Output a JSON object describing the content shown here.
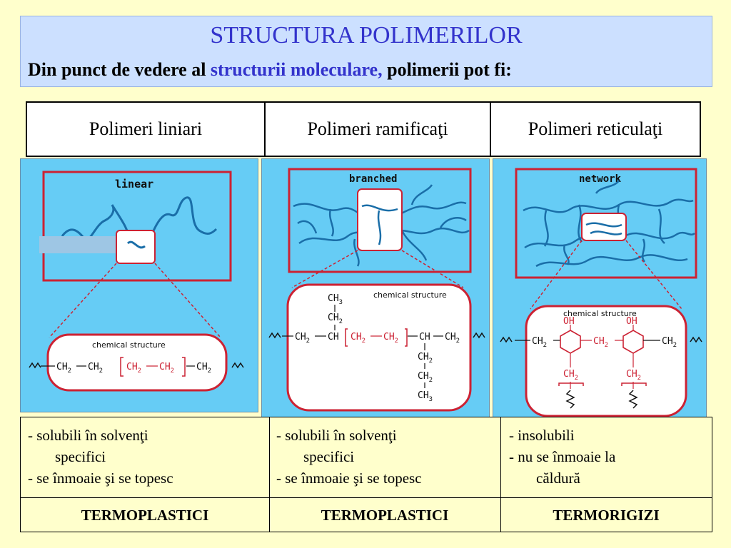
{
  "slide": {
    "title": "STRUCTURA POLIMERILOR",
    "subtitle_pre": "Din punct de vedere al ",
    "subtitle_highlight": "structurii moleculare,",
    "subtitle_post": " polimerii pot fi:"
  },
  "columns": [
    {
      "header": "Polimeri liniari",
      "diagram_label": "linear",
      "props": [
        "- solubili în solvenţi",
        "specifici",
        "- se înmoaie şi se topesc"
      ],
      "class_label": "TERMOPLASTICI"
    },
    {
      "header": "Polimeri ramificaţi",
      "diagram_label": "branched",
      "props": [
        "- solubili în solvenţi",
        "specifici",
        "- se înmoaie şi se topesc"
      ],
      "class_label": "TERMOPLASTICI"
    },
    {
      "header": "Polimeri reticulaţi",
      "diagram_label": "network",
      "props": [
        "- insolubili",
        "- nu se înmoaie la",
        "căldură"
      ],
      "class_label": "TERMORIGIZI"
    }
  ],
  "chem": {
    "box_title": "chemical structure",
    "ch2": "CH",
    "ch3": "CH",
    "ch": "CH",
    "oh": "OH",
    "sub2": "2",
    "sub3": "3"
  },
  "colors": {
    "background": "#ffffcc",
    "title_band": "#cce0ff",
    "title_text": "#3333cc",
    "panel": "#66ccf5",
    "frame_red": "#cc2233",
    "chain_blue": "#1a6ea8"
  }
}
